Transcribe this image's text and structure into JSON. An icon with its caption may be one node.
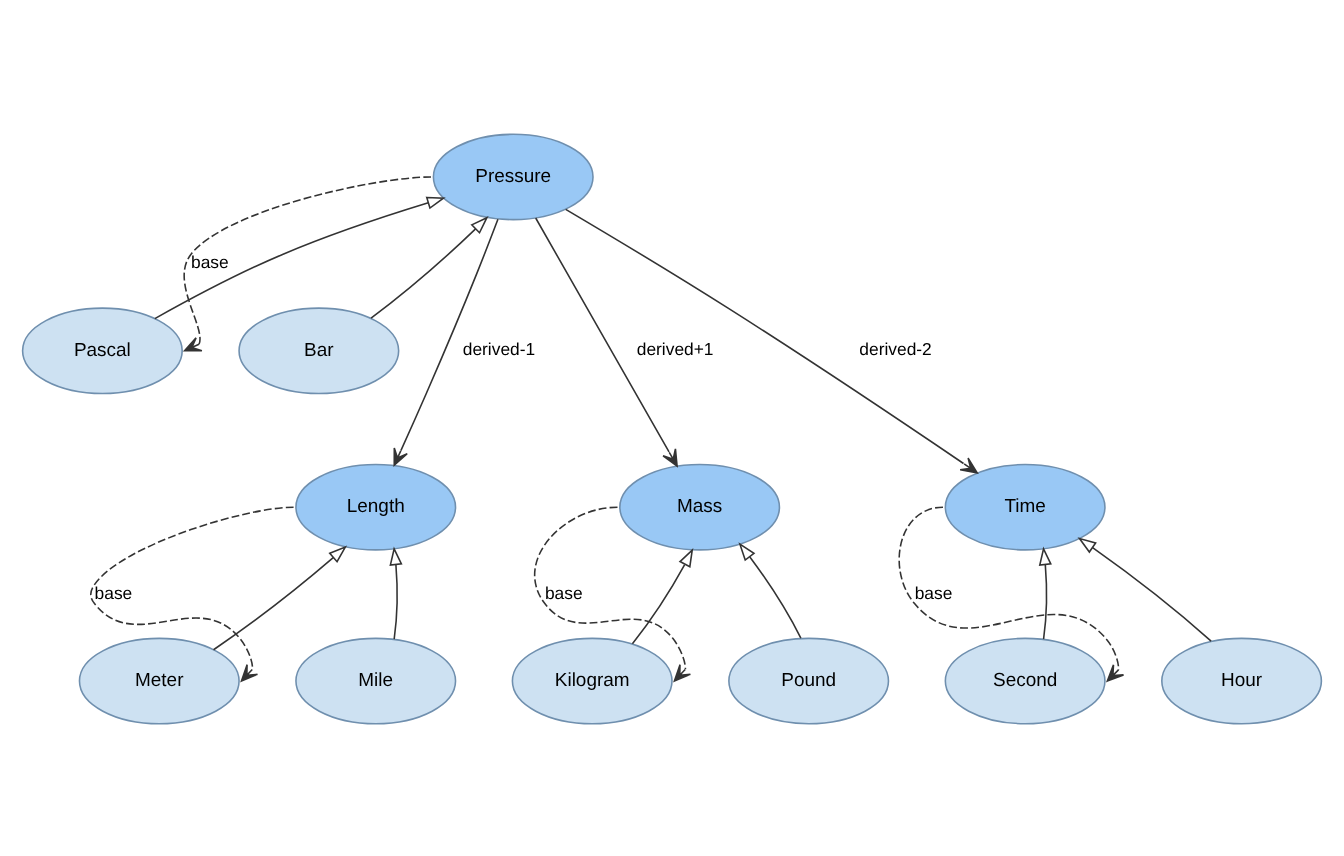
{
  "diagram": {
    "nodes": [
      {
        "text": [
          "Pascal"
        ]
      },
      {
        "text": [
          "Bar"
        ]
      },
      {
        "text": [
          "Pressure"
        ]
      },
      {
        "text": [
          "Length"
        ]
      },
      {
        "text": [
          "Meter"
        ]
      },
      {
        "text": [
          "Mile"
        ]
      },
      {
        "text": [
          "Mass"
        ]
      },
      {
        "text": [
          "Kilogram"
        ]
      },
      {
        "text": [
          "Pound"
        ]
      },
      {
        "text": [
          "Time"
        ]
      },
      {
        "text": [
          "Second"
        ]
      },
      {
        "text": [
          "Hour"
        ]
      }
    ],
    "edges": [
      {
        "from": 0,
        "to": 2,
        "arrow": "to"
      },
      {
        "from": 2,
        "to": 0,
        "arrow": "to",
        "label": "base",
        "style": "dashed"
      },
      {
        "from": 1,
        "to": 2,
        "arrow": "to"
      },
      {
        "from": 2,
        "to": 3,
        "arrow": "to",
        "label": "derived-1"
      },
      {
        "from": 3,
        "to": 4,
        "arrow": "to",
        "label": "base",
        "style": "dashed"
      },
      {
        "from": 4,
        "to": 3,
        "arrow": "to"
      },
      {
        "from": 5,
        "to": 3,
        "arrow": "to"
      },
      {
        "from": 2,
        "to": 6,
        "arrow": "to",
        "label": "derived+1"
      },
      {
        "from": 2,
        "to": 9,
        "arrow": "to",
        "label": "derived-2"
      },
      {
        "from": 6,
        "to": 7,
        "arrow": "to",
        "label": "base",
        "style": "dashed"
      },
      {
        "from": 7,
        "to": 6,
        "arrow": "to"
      },
      {
        "from": 8,
        "to": 6,
        "arrow": "to"
      },
      {
        "from": 9,
        "to": 10,
        "arrow": "to",
        "label": "base",
        "style": "dashed"
      },
      {
        "from": 10,
        "to": 9,
        "arrow": "to"
      },
      {
        "from": 11,
        "to": 9,
        "arrow": "to"
      }
    ]
  }
}
